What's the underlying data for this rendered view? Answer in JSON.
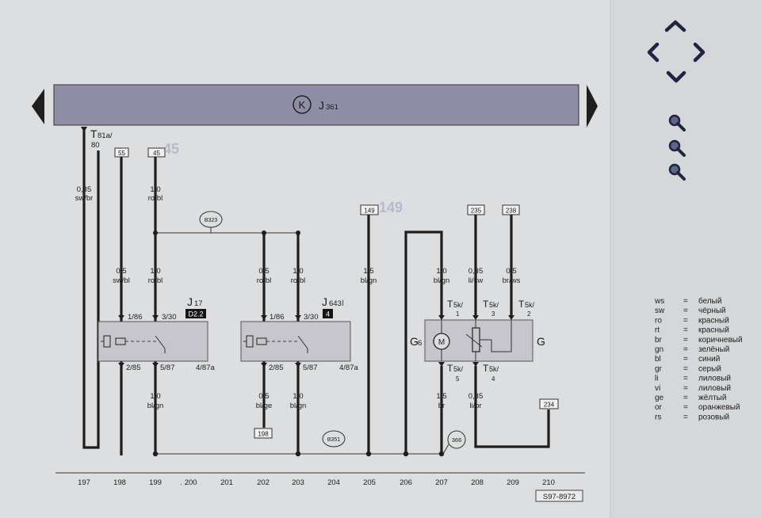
{
  "header": {
    "symbol": "K",
    "component_main": "J",
    "component_sub": "361"
  },
  "connector_top": {
    "main": "T",
    "sub": "81a/",
    "pin": "80"
  },
  "refs": {
    "r55": "55",
    "r45a": "45",
    "r45b": "45",
    "r149a": "149",
    "r149b": "149",
    "r235": "235",
    "r238": "238",
    "r234": "234",
    "r198": "198"
  },
  "junctions": {
    "b323": "B323",
    "b351": "B351",
    "j366": "366"
  },
  "wires": {
    "w197": {
      "size": "0,35",
      "color": "sw/br"
    },
    "w198": {
      "size": "0,5",
      "color": "sw/bl"
    },
    "w199a": {
      "size": "1,0",
      "color": "ro/bl"
    },
    "w199b": {
      "size": "1,0",
      "color": "ro/bl"
    },
    "w199c": {
      "size": "1,0",
      "color": "bl/gn"
    },
    "w202a": {
      "size": "0,5",
      "color": "ro/bl"
    },
    "w202b": {
      "size": "0,5",
      "color": "bl/ge"
    },
    "w203a": {
      "size": "1,0",
      "color": "ro/bl"
    },
    "w203b": {
      "size": "1,0",
      "color": "bl/gn"
    },
    "w205": {
      "size": "1,5",
      "color": "bl/gn"
    },
    "w207a": {
      "size": "1,0",
      "color": "bl/gn"
    },
    "w207b": {
      "size": "1,5",
      "color": "br"
    },
    "w208a": {
      "size": "0,35",
      "color": "li/sw"
    },
    "w208b": {
      "size": "0,35",
      "color": "li/br"
    },
    "w209": {
      "size": "0,5",
      "color": "br/ws"
    }
  },
  "relays": {
    "j17": {
      "name": "J",
      "sub": "17",
      "badge": "D2.2",
      "p186": "1/86",
      "p330": "3/30",
      "p285": "2/85",
      "p587": "5/87",
      "p487a": "4/87a"
    },
    "j643": {
      "name": "J",
      "sub": "643",
      "cursor": "I",
      "badge": "4",
      "p186": "1/86",
      "p330": "3/30",
      "p285": "2/85",
      "p587": "5/87",
      "p487a": "4/87a"
    }
  },
  "pump": {
    "g6": "G",
    "g6_sub": "6",
    "g": "G",
    "motor": "M",
    "t1": {
      "main": "T",
      "sub": "5k/",
      "pin": "1"
    },
    "t3": {
      "main": "T",
      "sub": "5k/",
      "pin": "3"
    },
    "t2": {
      "main": "T",
      "sub": "5k/",
      "pin": "2"
    },
    "t5": {
      "main": "T",
      "sub": "5k/",
      "pin": "5"
    },
    "t4": {
      "main": "T",
      "sub": "5k/",
      "pin": "4"
    }
  },
  "legend": [
    {
      "code": "ws",
      "eq": "=",
      "name": "белый"
    },
    {
      "code": "sw",
      "eq": "=",
      "name": "чёрный"
    },
    {
      "code": "ro",
      "eq": "=",
      "name": "красный"
    },
    {
      "code": "rt",
      "eq": "=",
      "name": "красный"
    },
    {
      "code": "br",
      "eq": "=",
      "name": "коричневый"
    },
    {
      "code": "gn",
      "eq": "=",
      "name": "зелёный"
    },
    {
      "code": "bl",
      "eq": "=",
      "name": "синий"
    },
    {
      "code": "gr",
      "eq": "=",
      "name": "серый"
    },
    {
      "code": "li",
      "eq": "=",
      "name": "лиловый"
    },
    {
      "code": "vi",
      "eq": "=",
      "name": "лиловый"
    },
    {
      "code": "ge",
      "eq": "=",
      "name": "жёлтый"
    },
    {
      "code": "or",
      "eq": "=",
      "name": "оранжевый"
    },
    {
      "code": "rs",
      "eq": "=",
      "name": "розовый"
    }
  ],
  "scale": {
    "c197": "197",
    "c198": "198",
    "c199": "199",
    "c200": ". 200",
    "c201": "201",
    "c202": "202",
    "c203": "203",
    "c204": "204",
    "c205": "205",
    "c206": "206",
    "c207": "207",
    "c208": "208",
    "c209": "209",
    "c210": "210"
  },
  "footer_code": "S97-8972",
  "nav": {
    "arrow_icons": [
      "arrow-up-icon",
      "arrow-left-icon",
      "arrow-right-icon",
      "arrow-down-icon"
    ],
    "zoom_icons": [
      "zoom-in-icon",
      "zoom-reset-icon",
      "zoom-out-icon"
    ]
  },
  "colors": {
    "background": "#dcdedf",
    "header_bar": "#8f8ea6",
    "relay_box": "#c6c6cc",
    "nav_icon": "#1f2540",
    "faint_ref": "#8c90b8"
  }
}
